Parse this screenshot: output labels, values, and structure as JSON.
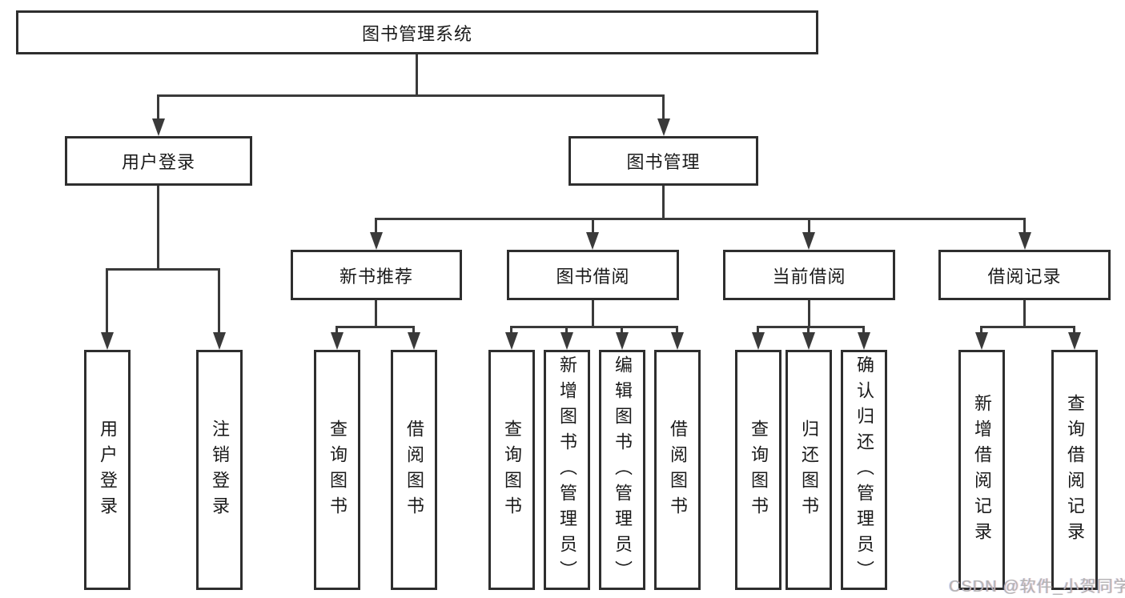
{
  "colors": {
    "line": "#3a3a3a",
    "border": "#2e2e2e",
    "text": "#1a1a1a",
    "background": "#ffffff",
    "watermark": "#b3b3b3"
  },
  "watermark": {
    "text": "CSDN @软件_小贺同学"
  },
  "tree": {
    "label": "图书管理系统",
    "children": [
      {
        "label": "用户登录",
        "children": [
          {
            "label": "用户登录"
          },
          {
            "label": "注销登录"
          }
        ]
      },
      {
        "label": "图书管理",
        "children": [
          {
            "label": "新书推荐",
            "children": [
              {
                "label": "查询图书"
              },
              {
                "label": "借阅图书"
              }
            ]
          },
          {
            "label": "图书借阅",
            "children": [
              {
                "label": "查询图书"
              },
              {
                "label": "新增图书（管理员）"
              },
              {
                "label": "编辑图书（管理员）"
              },
              {
                "label": "借阅图书"
              }
            ]
          },
          {
            "label": "当前借阅",
            "children": [
              {
                "label": "查询图书"
              },
              {
                "label": "归还图书"
              },
              {
                "label": "确认归还（管理员）"
              }
            ]
          },
          {
            "label": "借阅记录",
            "children": [
              {
                "label": "新增借阅记录"
              },
              {
                "label": "查询借阅记录"
              }
            ]
          }
        ]
      }
    ]
  }
}
